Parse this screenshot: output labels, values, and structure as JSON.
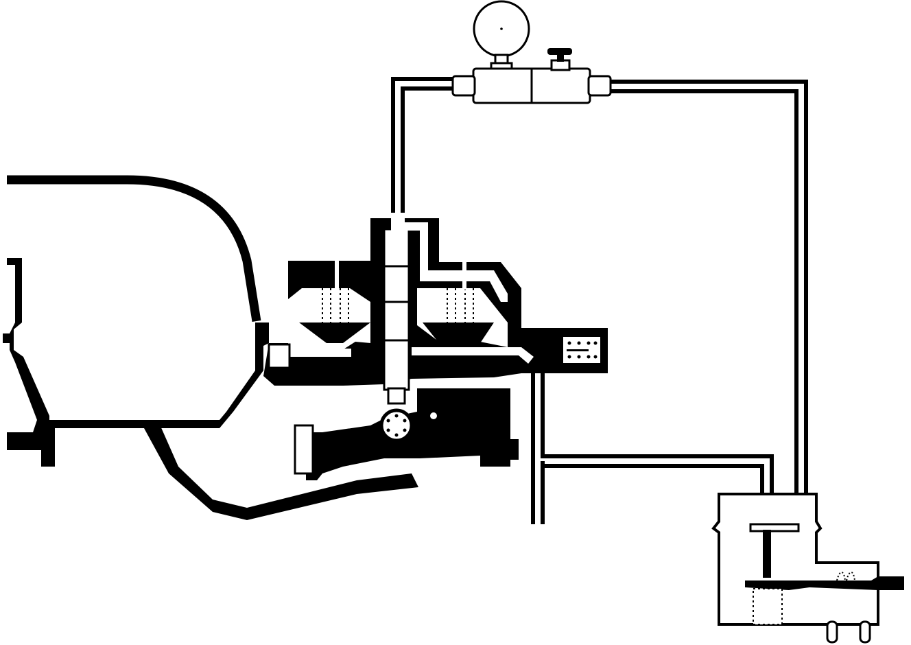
{
  "diagram": {
    "colors": {
      "ink": "#000000",
      "paper": "#ffffff"
    },
    "components": [
      {
        "name": "pressure-gauge",
        "icon": "gauge-icon"
      },
      {
        "name": "valve-block",
        "icon": "valve-icon"
      },
      {
        "name": "diaphragm-housing",
        "icon": "diaphragm-icon"
      },
      {
        "name": "tank-casing",
        "icon": "tank-icon"
      },
      {
        "name": "reservoir-box",
        "icon": "reservoir-icon"
      },
      {
        "name": "lever-arm",
        "icon": "lever-icon"
      }
    ]
  }
}
